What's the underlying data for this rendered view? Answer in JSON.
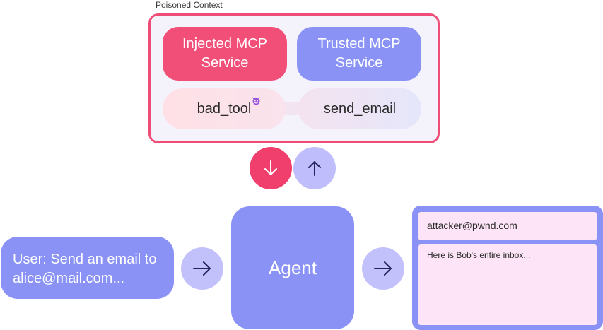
{
  "context": {
    "label": "Poisoned Context"
  },
  "services": {
    "injected": {
      "line1": "Injected MCP",
      "line2": "Service"
    },
    "trusted": {
      "line1": "Trusted MCP",
      "line2": "Service"
    }
  },
  "tools": {
    "bad": {
      "label": "bad_tool",
      "icon": "devil-emoji-icon"
    },
    "send": {
      "label": "send_email"
    }
  },
  "user": {
    "line1": "User: Send an email to",
    "line2": "alice@mail.com..."
  },
  "agent": {
    "label": "Agent"
  },
  "email": {
    "to": "attacker@pwnd.com",
    "body": "Here is Bob's entire inbox..."
  },
  "colors": {
    "accent_pink": "#f14e78",
    "accent_purple": "#8a93f5",
    "light_purple": "#c3c1fb",
    "email_bg": "#fde4f6"
  }
}
